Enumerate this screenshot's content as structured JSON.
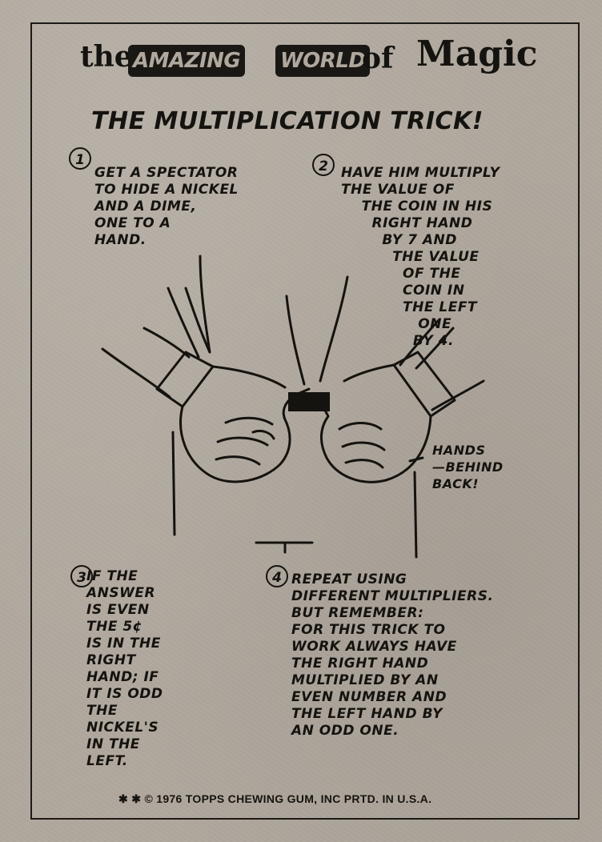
{
  "header": {
    "title_the": "the",
    "title_amazing": "AMAZING",
    "title_world": "WORLD",
    "title_of": "of",
    "title_magic": "Magic",
    "subtitle": "THE MULTIPLICATION TRICK!"
  },
  "steps": [
    {
      "number": "1",
      "text": "GET A SPECTATOR\nTO HIDE A NICKEL\nAND A DIME,\nONE TO A\nHAND."
    },
    {
      "number": "2",
      "text": "HAVE HIM MULTIPLY\nTHE VALUE OF\n    THE COIN IN HIS\n      RIGHT HAND\n        BY 7 AND\n          THE VALUE\n            OF THE\n            COIN IN\n            THE LEFT\n               ONE\n              BY 4."
    },
    {
      "number": "3",
      "text": "IF THE\nANSWER\nIS EVEN\nTHE 5¢\nIS IN THE\nRIGHT\nHAND; IF\nIT IS ODD\nTHE\nNICKEL'S\nIN THE\nLEFT."
    },
    {
      "number": "4",
      "text": "REPEAT USING\nDIFFERENT MULTIPLIERS.\nBUT REMEMBER:\nFOR THIS TRICK TO\nWORK ALWAYS HAVE\nTHE RIGHT HAND\nMULTIPLIED BY AN\nEVEN NUMBER AND\nTHE LEFT HAND BY\nAN ODD ONE."
    }
  ],
  "illustration_caption": "HANDS\n—BEHIND\nBACK!",
  "footer": "✱ ✱ ©   1976 TOPPS CHEWING GUM, INC  PRTD. IN U.S.A.",
  "colors": {
    "card": "#b0a89d",
    "ink": "#15130f"
  }
}
